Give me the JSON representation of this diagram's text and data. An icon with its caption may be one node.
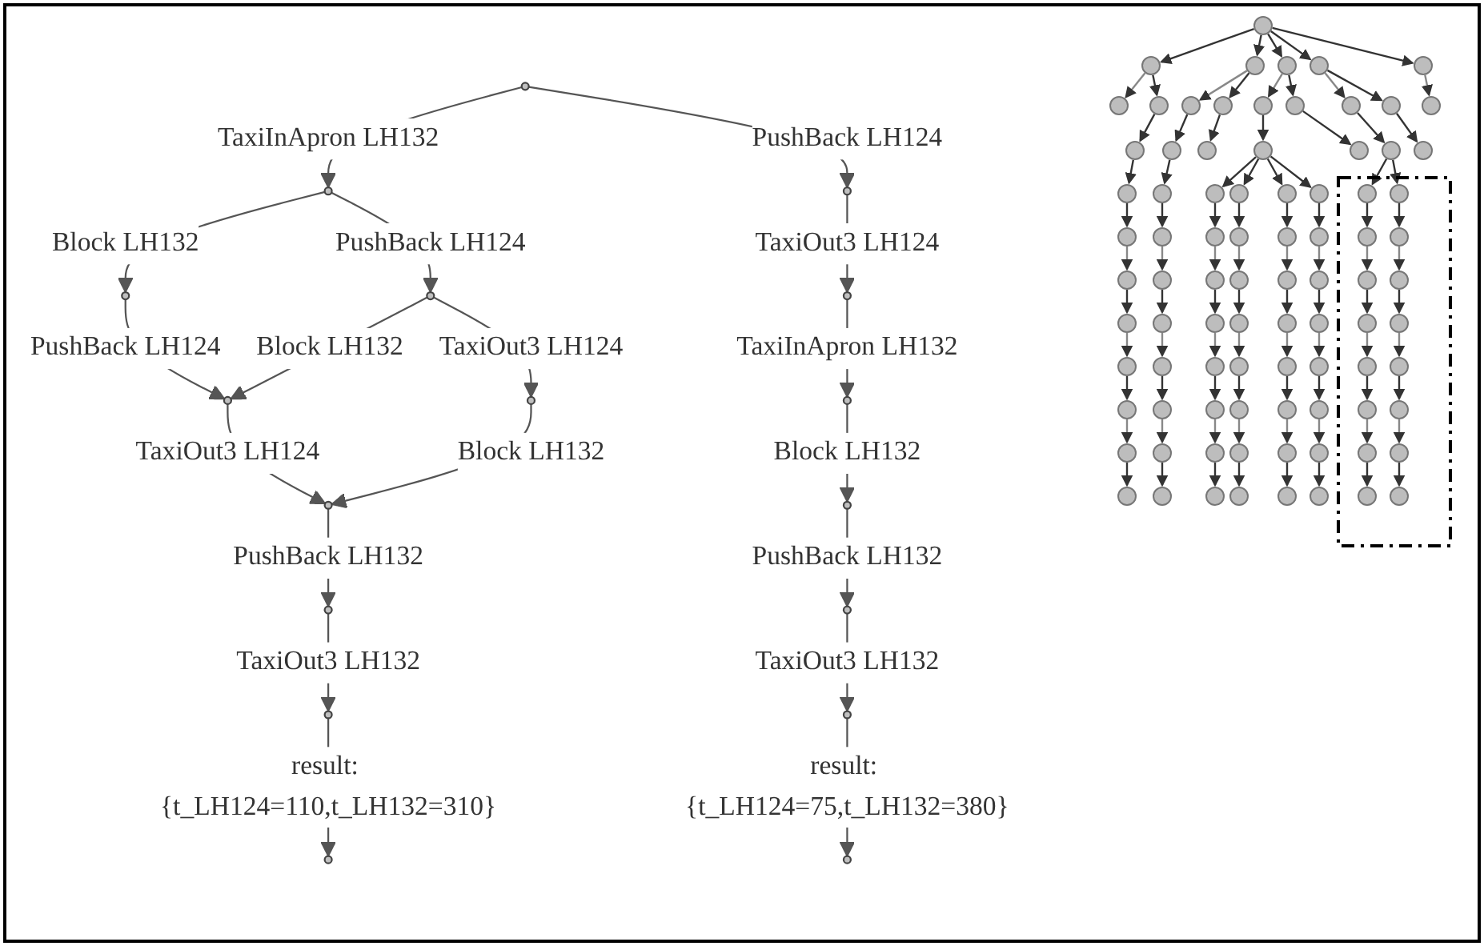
{
  "diagram": {
    "nodes": [
      {
        "text": [],
        "shape": "circle"
      },
      {
        "text": [],
        "shape": "circle"
      },
      {
        "text": [],
        "shape": "circle"
      },
      {
        "text": [],
        "shape": "circle"
      },
      {
        "text": [],
        "shape": "circle"
      },
      {
        "text": [],
        "shape": "circle"
      },
      {
        "text": [],
        "shape": "circle"
      },
      {
        "text": [],
        "shape": "circle"
      },
      {
        "text": [],
        "shape": "circle"
      },
      {
        "text": [],
        "shape": "circle"
      },
      {
        "text": [],
        "shape": "circle"
      },
      {
        "text": [],
        "shape": "circle"
      },
      {
        "text": [],
        "shape": "circle"
      },
      {
        "text": [],
        "shape": "circle"
      },
      {
        "text": [],
        "shape": "circle"
      },
      {
        "text": [],
        "shape": "circle"
      },
      {
        "text": [],
        "shape": "circle"
      },
      {
        "text": [],
        "shape": "picture"
      }
    ],
    "edges": [
      {
        "from": 0,
        "to": 1,
        "arrow": "to",
        "label": "TaxiInApron  LH132"
      },
      {
        "from": 0,
        "to": 2,
        "arrow": "to",
        "label": "PushBack  LH124"
      },
      {
        "from": 1,
        "to": 3,
        "arrow": "to",
        "label": "Block  LH132"
      },
      {
        "from": 1,
        "to": 4,
        "arrow": "to",
        "label": "PushBack  LH124"
      },
      {
        "from": 3,
        "to": 5,
        "arrow": "to",
        "label": "PushBack  LH124"
      },
      {
        "from": 4,
        "to": 5,
        "arrow": "to",
        "label": "Block  LH132"
      },
      {
        "from": 4,
        "to": 6,
        "arrow": "to",
        "label": "TaxiOut3  LH124"
      },
      {
        "from": 5,
        "to": 7,
        "arrow": "to",
        "label": "TaxiOut3  LH124"
      },
      {
        "from": 6,
        "to": 7,
        "arrow": "to",
        "label": "Block  LH132"
      },
      {
        "from": 7,
        "to": 8,
        "arrow": "to",
        "label": "PushBack  LH132"
      },
      {
        "from": 8,
        "to": 9,
        "arrow": "to",
        "label": "TaxiOut3  LH132"
      },
      {
        "from": 9,
        "to": 10,
        "arrow": "to",
        "label": "result: {t_LH124=110,t_LH132=310}"
      },
      {
        "from": 2,
        "to": 11,
        "arrow": "to",
        "label": "TaxiOut3  LH124"
      },
      {
        "from": 11,
        "to": 12,
        "arrow": "to",
        "label": "TaxiInApron  LH132"
      },
      {
        "from": 12,
        "to": 13,
        "arrow": "to",
        "label": "Block  LH132"
      },
      {
        "from": 13,
        "to": 14,
        "arrow": "to",
        "label": "PushBack  LH132"
      },
      {
        "from": 14,
        "to": 15,
        "arrow": "to",
        "label": "TaxiOut3  LH132"
      },
      {
        "from": 15,
        "to": 16,
        "arrow": "to",
        "label": "result: {t_LH124=75,t_LH132=380}"
      }
    ]
  }
}
